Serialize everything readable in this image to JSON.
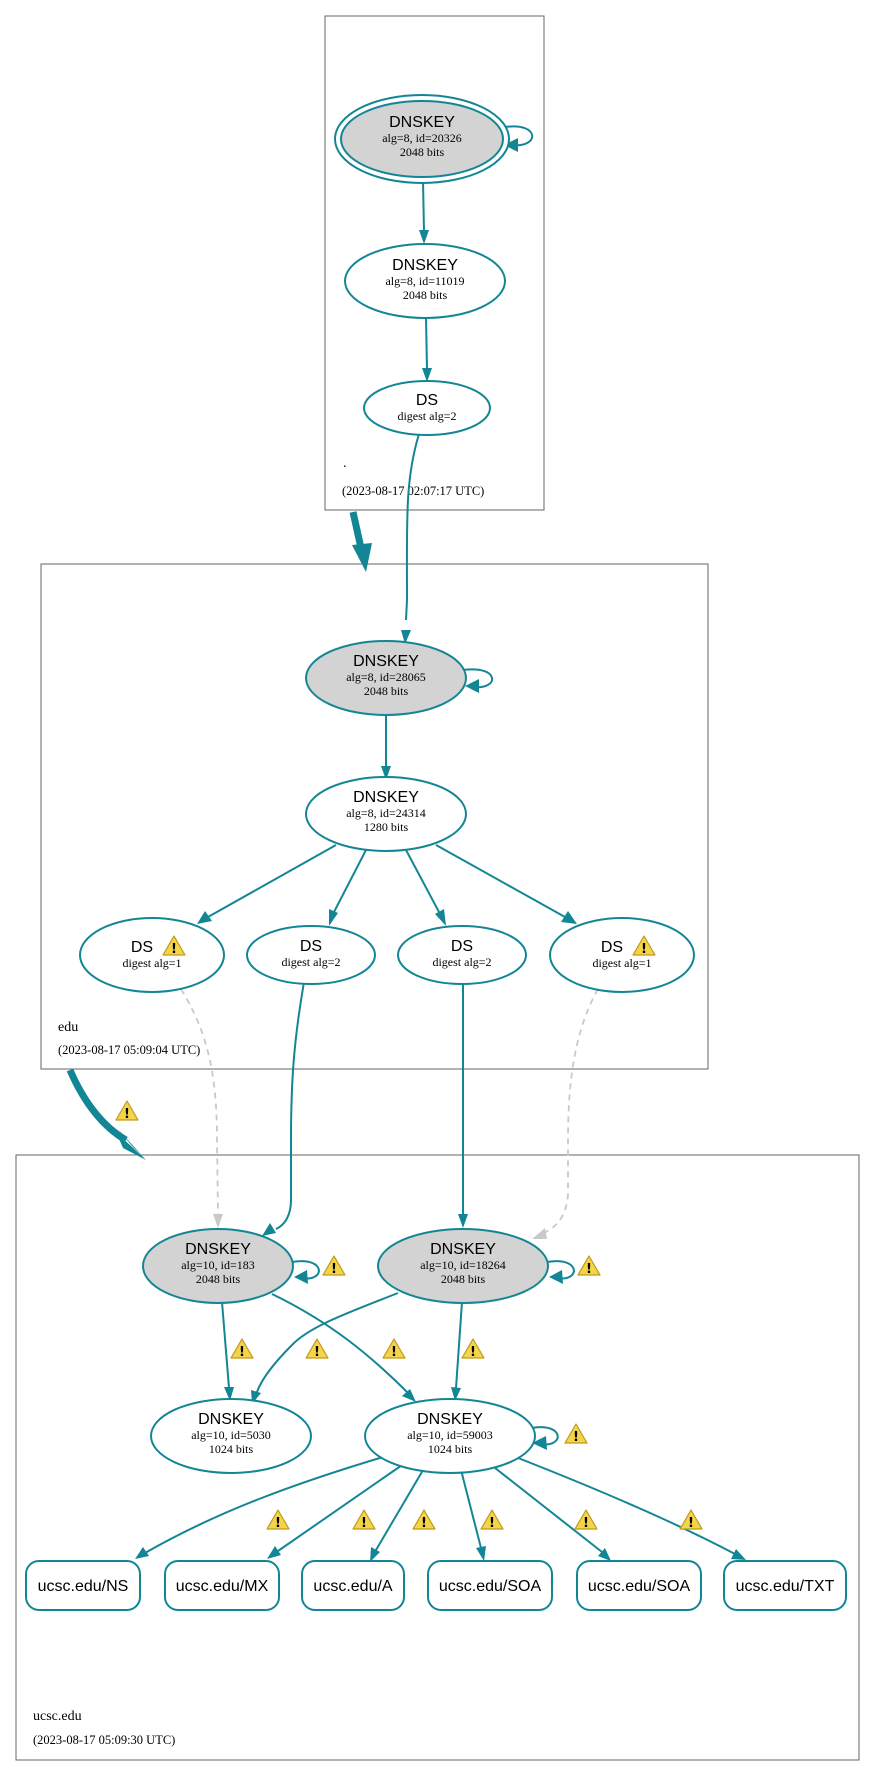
{
  "colors": {
    "edge": "#138695",
    "sep_fill": "#d3d3d3",
    "dashed_edge": "#c9c9c9",
    "warning": "#f3d44a"
  },
  "zones": {
    "root": {
      "name": ".",
      "timestamp": "(2023-08-17 02:07:17 UTC)"
    },
    "edu": {
      "name": "edu",
      "timestamp": "(2023-08-17 05:09:04 UTC)"
    },
    "ucsc": {
      "name": "ucsc.edu",
      "timestamp": "(2023-08-17 05:09:30 UTC)"
    }
  },
  "nodes": {
    "root_ksk": {
      "title": "DNSKEY",
      "line1": "alg=8, id=20326",
      "line2": "2048 bits"
    },
    "root_zsk": {
      "title": "DNSKEY",
      "line1": "alg=8, id=11019",
      "line2": "2048 bits"
    },
    "root_ds": {
      "title": "DS",
      "line1": "digest alg=2"
    },
    "edu_ksk": {
      "title": "DNSKEY",
      "line1": "alg=8, id=28065",
      "line2": "2048 bits"
    },
    "edu_zsk": {
      "title": "DNSKEY",
      "line1": "alg=8, id=24314",
      "line2": "1280 bits"
    },
    "edu_ds1": {
      "title": "DS",
      "line1": "digest alg=1"
    },
    "edu_ds2": {
      "title": "DS",
      "line1": "digest alg=2"
    },
    "edu_ds3": {
      "title": "DS",
      "line1": "digest alg=2"
    },
    "edu_ds4": {
      "title": "DS",
      "line1": "digest alg=1"
    },
    "ucsc_ksk183": {
      "title": "DNSKEY",
      "line1": "alg=10, id=183",
      "line2": "2048 bits"
    },
    "ucsc_ksk18264": {
      "title": "DNSKEY",
      "line1": "alg=10, id=18264",
      "line2": "2048 bits"
    },
    "ucsc_key5030": {
      "title": "DNSKEY",
      "line1": "alg=10, id=5030",
      "line2": "1024 bits"
    },
    "ucsc_zsk59003": {
      "title": "DNSKEY",
      "line1": "alg=10, id=59003",
      "line2": "1024 bits"
    }
  },
  "rrsets": [
    "ucsc.edu/NS",
    "ucsc.edu/MX",
    "ucsc.edu/A",
    "ucsc.edu/SOA",
    "ucsc.edu/SOA",
    "ucsc.edu/TXT"
  ],
  "warning_icon": "warning-triangle-icon"
}
